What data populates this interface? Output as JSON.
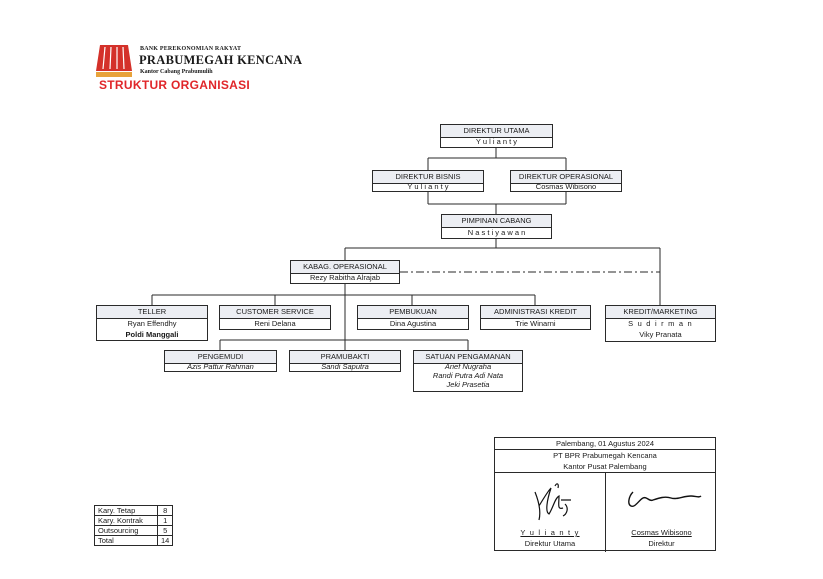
{
  "header": {
    "bank_line1": "BANK PEREKONOMIAN RAKYAT",
    "bank_name": "PRABUMEGAH KENCANA",
    "branch": "Kantor Cabang Prabumulih",
    "title": "STRUKTUR ORGANISASI",
    "colors": {
      "logo_red": "#d4312a",
      "title_red": "#e0262a"
    }
  },
  "org": {
    "direktur_utama": {
      "title": "DIREKTUR UTAMA",
      "name": "Y u l i a n t y"
    },
    "direktur_bisnis": {
      "title": "DIREKTUR BISNIS",
      "name": "Y u l i a n t y"
    },
    "direktur_operasional": {
      "title": "DIREKTUR OPERASIONAL",
      "name": "Cosmas Wibisono"
    },
    "pimpinan_cabang": {
      "title": "PIMPINAN CABANG",
      "name": "N a s t i y a w a n"
    },
    "kabag_operasional": {
      "title": "KABAG. OPERASIONAL",
      "name": "Rezy Rabitha Alrajab"
    },
    "teller": {
      "title": "TELLER",
      "names": [
        "Ryan Effendhy",
        "Poldi Manggali"
      ]
    },
    "customer_service": {
      "title": "CUSTOMER SERVICE",
      "name": "Reni Delana"
    },
    "pembukuan": {
      "title": "PEMBUKUAN",
      "name": "Dina Agustina"
    },
    "administrasi_kredit": {
      "title": "ADMINISTRASI KREDIT",
      "name": "Trie Winarni"
    },
    "kredit_marketing": {
      "title": "KREDIT/MARKETING",
      "names": [
        "S u d i r m a n",
        "Viky Pranata"
      ]
    },
    "pengemudi": {
      "title": "PENGEMUDI",
      "name": "Azis Pattur Rahman"
    },
    "pramubakti": {
      "title": "PRAMUBAKTI",
      "name": "Sandi Saputra"
    },
    "satuan_pengamanan": {
      "title": "SATUAN PENGAMANAN",
      "names": [
        "Arief Nugraha",
        "Randi Putra Adi Nata",
        "Jeki Prasetia"
      ]
    }
  },
  "employee_counts": [
    {
      "label": "Kary. Tetap",
      "value": "8"
    },
    {
      "label": "Kary. Kontrak",
      "value": "1"
    },
    {
      "label": "Outsourcing",
      "value": "5"
    },
    {
      "label": "Total",
      "value": "14"
    }
  ],
  "signature_block": {
    "place_date": "Palembang, 01 Agustus 2024",
    "company": "PT BPR Prabumegah Kencana",
    "office": "Kantor Pusat Palembang",
    "signer1": {
      "name": "Y u l i a n t y",
      "position": "Direktur Utama"
    },
    "signer2": {
      "name": "Cosmas Wibisono",
      "position": "Direktur"
    }
  }
}
